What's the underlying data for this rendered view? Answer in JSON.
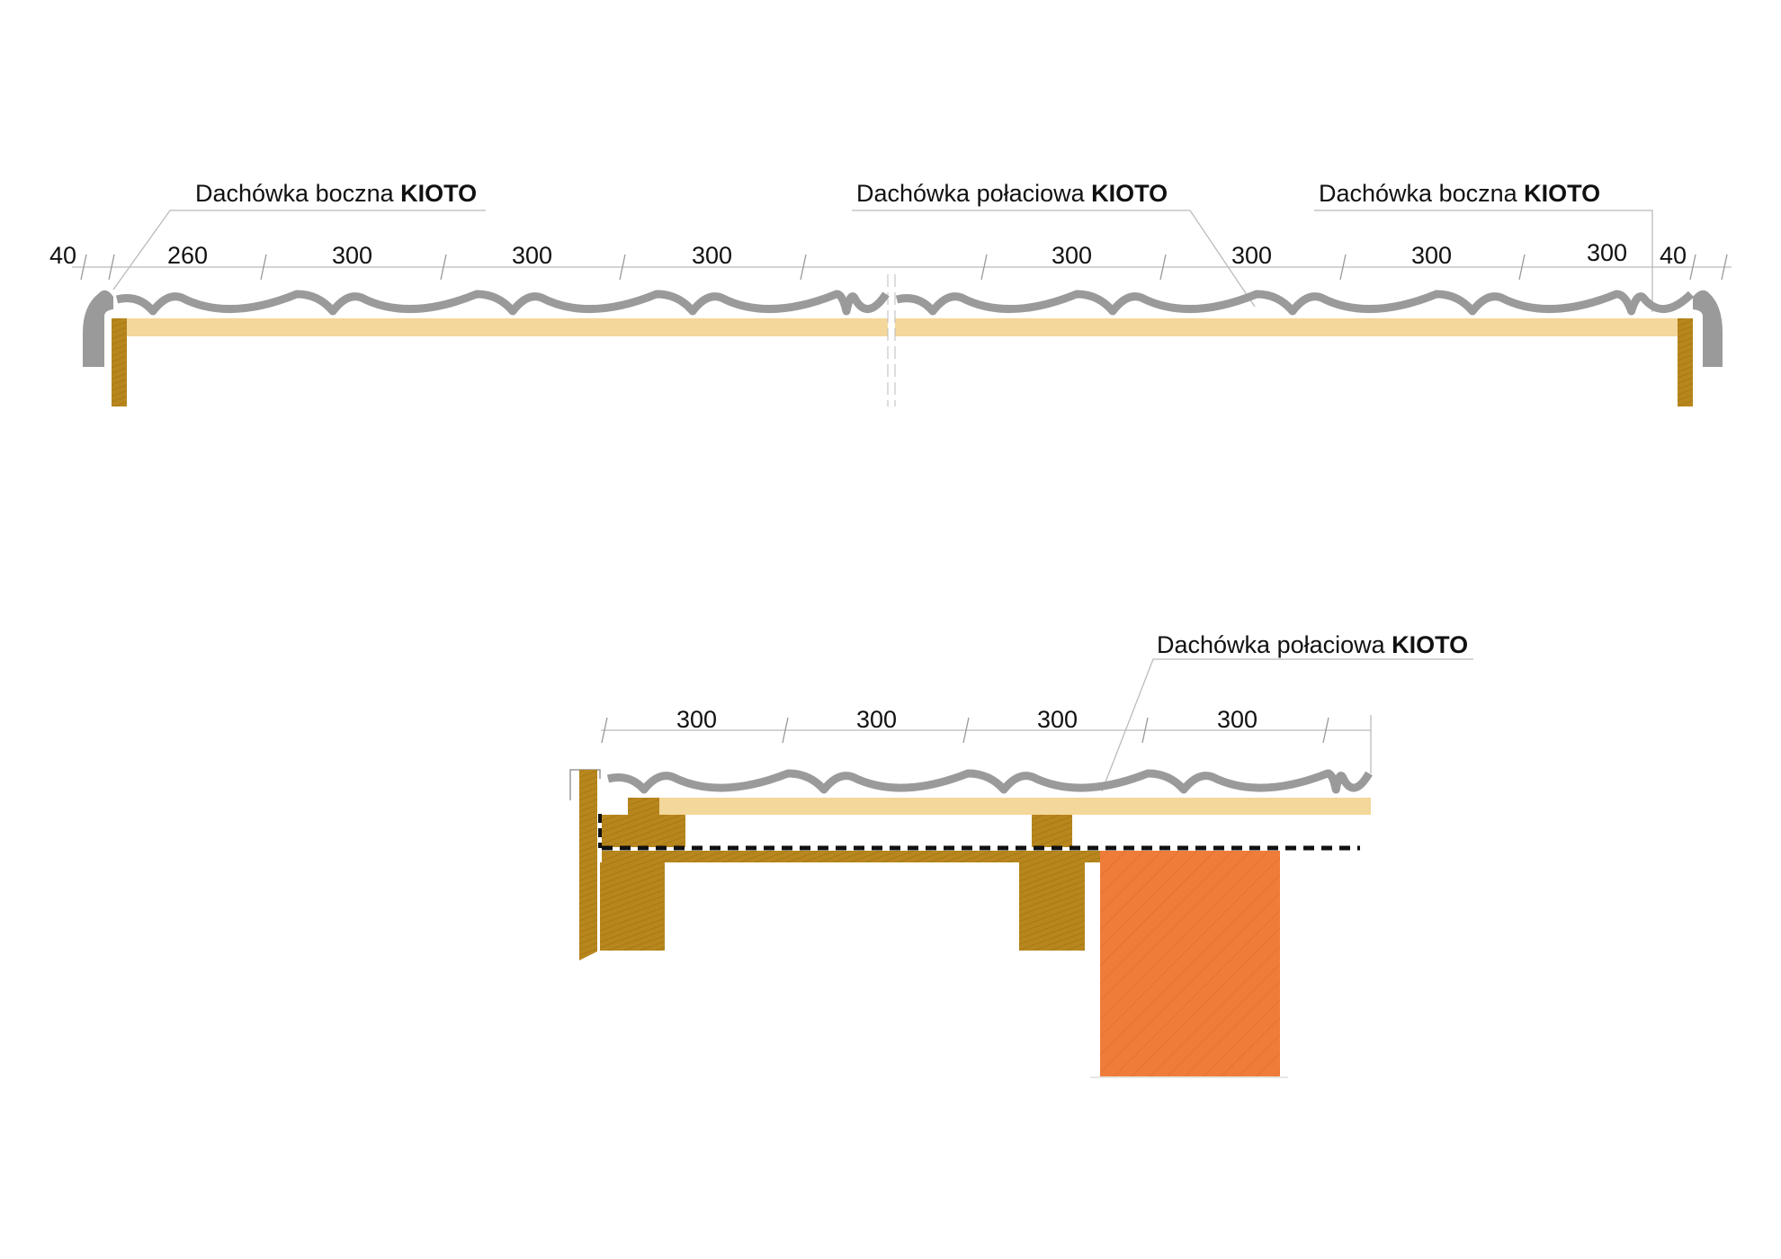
{
  "colors": {
    "tile": "#9a9a9a",
    "batten": "#f3d79b",
    "timber": "#b7861d",
    "brick": "#f07c3a",
    "line": "#bbbbbb"
  },
  "top_section": {
    "labels": [
      {
        "text": "Dachówka boczna ",
        "bold": "KIOTO"
      },
      {
        "text": "Dachówka połaciowa ",
        "bold": "KIOTO"
      },
      {
        "text": "Dachówka boczna ",
        "bold": "KIOTO"
      }
    ],
    "dimensions": [
      "40",
      "260",
      "300",
      "300",
      "300",
      "300",
      "300",
      "300",
      "300",
      "40"
    ]
  },
  "bottom_section": {
    "labels": [
      {
        "text": "Dachówka połaciowa ",
        "bold": "KIOTO"
      }
    ],
    "dimensions": [
      "300",
      "300",
      "300",
      "300"
    ]
  }
}
